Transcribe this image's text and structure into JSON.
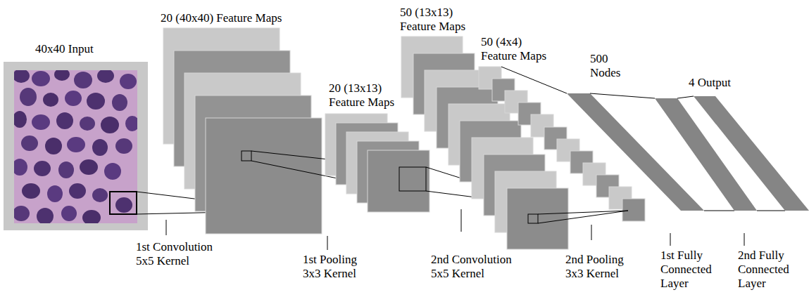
{
  "diagram": {
    "labels": [
      "40x40 Input",
      "20 (40x40) Feature Maps",
      "20 (13x13) Feature Maps",
      "50 (13x13) Feature Maps",
      "50 (4x4) Feature Maps",
      "500 Nodes",
      "4 Output",
      "1st Convolution 5x5 Kernel",
      "1st Pooling 3x3 Kernel",
      "2nd Convolution 5x5 Kernel",
      "2nd Pooling 3x3 Kernel",
      "1st Fully Connected Layer",
      "2nd Fully Connected Layer"
    ]
  }
}
